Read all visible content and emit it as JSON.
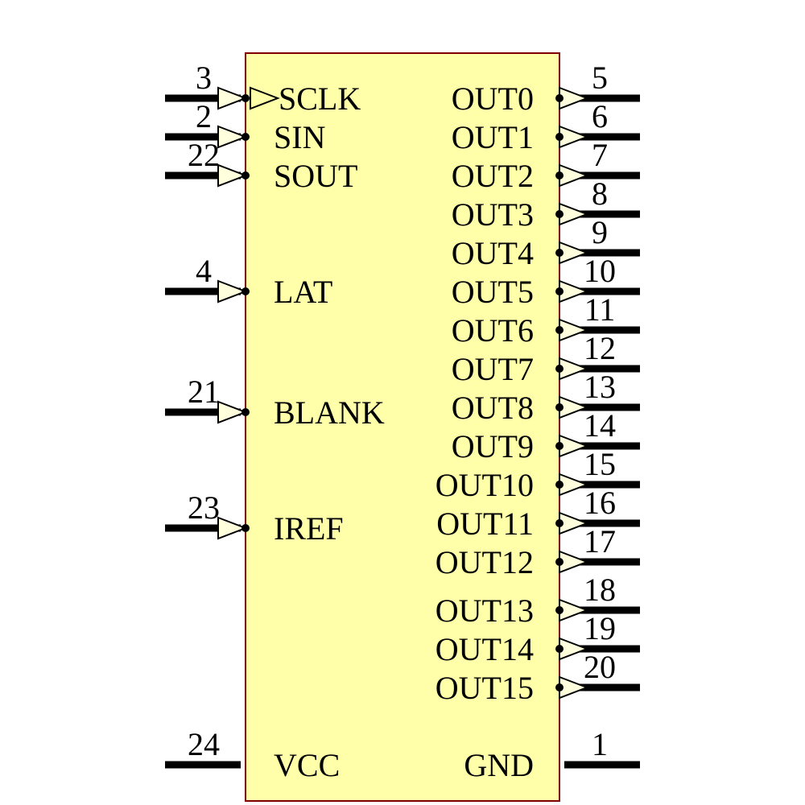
{
  "diagram": {
    "kind": "ic-pinout-schematic",
    "device_pin_count": 24,
    "colors": {
      "body_fill": "#ffffaa",
      "body_border": "#800000",
      "wire": "#000000",
      "arrow_fill": "#ffffdd",
      "text": "#000000",
      "background": "#ffffff"
    },
    "left_pins": [
      {
        "label": "SCLK",
        "number": "3",
        "direction": "input",
        "marker": "clock-arrow"
      },
      {
        "label": "SIN",
        "number": "2",
        "direction": "input",
        "marker": "arrow-right"
      },
      {
        "label": "SOUT",
        "number": "22",
        "direction": "output",
        "marker": "arrow-left"
      },
      {
        "label": "LAT",
        "number": "4",
        "direction": "input",
        "marker": "arrow-right"
      },
      {
        "label": "BLANK",
        "number": "21",
        "direction": "input",
        "marker": "arrow-right"
      },
      {
        "label": "IREF",
        "number": "23",
        "direction": "input",
        "marker": "arrow-right"
      },
      {
        "label": "VCC",
        "number": "24",
        "direction": "power",
        "marker": "none"
      }
    ],
    "right_pins": [
      {
        "label": "OUT0",
        "number": "5",
        "direction": "output",
        "marker": "arrow-right"
      },
      {
        "label": "OUT1",
        "number": "6",
        "direction": "output",
        "marker": "arrow-right"
      },
      {
        "label": "OUT2",
        "number": "7",
        "direction": "output",
        "marker": "arrow-right"
      },
      {
        "label": "OUT3",
        "number": "8",
        "direction": "output",
        "marker": "arrow-right"
      },
      {
        "label": "OUT4",
        "number": "9",
        "direction": "output",
        "marker": "arrow-right"
      },
      {
        "label": "OUT5",
        "number": "10",
        "direction": "output",
        "marker": "arrow-right"
      },
      {
        "label": "OUT6",
        "number": "11",
        "direction": "output",
        "marker": "arrow-right"
      },
      {
        "label": "OUT7",
        "number": "12",
        "direction": "output",
        "marker": "arrow-right"
      },
      {
        "label": "OUT8",
        "number": "13",
        "direction": "output",
        "marker": "arrow-right"
      },
      {
        "label": "OUT9",
        "number": "14",
        "direction": "output",
        "marker": "arrow-right"
      },
      {
        "label": "OUT10",
        "number": "15",
        "direction": "output",
        "marker": "arrow-right"
      },
      {
        "label": "OUT11",
        "number": "16",
        "direction": "output",
        "marker": "arrow-right"
      },
      {
        "label": "OUT12",
        "number": "17",
        "direction": "output",
        "marker": "arrow-right"
      },
      {
        "label": "OUT13",
        "number": "18",
        "direction": "output",
        "marker": "arrow-right"
      },
      {
        "label": "OUT14",
        "number": "19",
        "direction": "output",
        "marker": "arrow-right"
      },
      {
        "label": "OUT15",
        "number": "20",
        "direction": "output",
        "marker": "arrow-right"
      },
      {
        "label": "GND",
        "number": "1",
        "direction": "ground",
        "marker": "none"
      }
    ]
  }
}
